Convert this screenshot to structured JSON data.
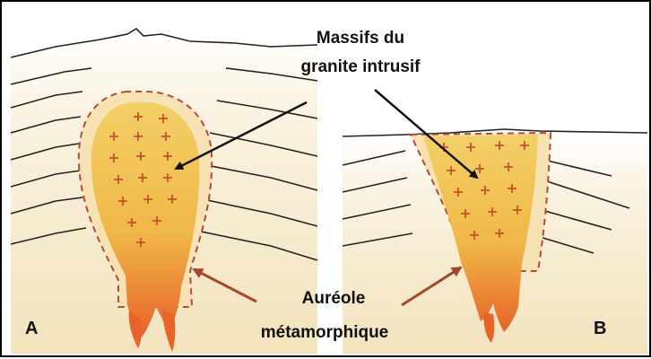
{
  "labels": {
    "intrusive_granite_line1": "Massifs du",
    "intrusive_granite_line2": "granite intrusif",
    "aureole_line1": "Auréole",
    "aureole_line2": "métamorphique",
    "panel_a": "A",
    "panel_b": "B"
  },
  "colors": {
    "background": "#f6ecd2",
    "granite_top": "#f2cc5a",
    "granite_bottom": "#e8622a",
    "arrow_black": "#111111",
    "arrow_red": "#a5472a",
    "aureole_dash": "#b44a3a"
  }
}
